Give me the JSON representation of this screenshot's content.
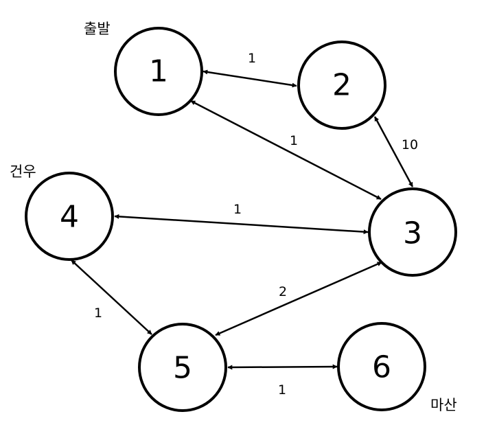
{
  "diagram": {
    "nodes": [
      {
        "id": "1",
        "label": "1"
      },
      {
        "id": "2",
        "label": "2"
      },
      {
        "id": "3",
        "label": "3"
      },
      {
        "id": "4",
        "label": "4"
      },
      {
        "id": "5",
        "label": "5"
      },
      {
        "id": "6",
        "label": "6"
      }
    ],
    "edges": [
      {
        "from": "1",
        "to": "2",
        "weight": "1",
        "bidirectional": true
      },
      {
        "from": "1",
        "to": "3",
        "weight": "1",
        "bidirectional": true
      },
      {
        "from": "2",
        "to": "3",
        "weight": "10",
        "bidirectional": true
      },
      {
        "from": "4",
        "to": "3",
        "weight": "1",
        "bidirectional": true
      },
      {
        "from": "4",
        "to": "5",
        "weight": "1",
        "bidirectional": true
      },
      {
        "from": "5",
        "to": "3",
        "weight": "2",
        "bidirectional": true
      },
      {
        "from": "5",
        "to": "6",
        "weight": "1",
        "bidirectional": true
      }
    ],
    "annotations": {
      "start": "출발",
      "waypoint": "건우",
      "destination": "마산"
    },
    "colors": {
      "stroke": "#000000",
      "fill": "#ffffff",
      "background": "#ffffff"
    }
  }
}
